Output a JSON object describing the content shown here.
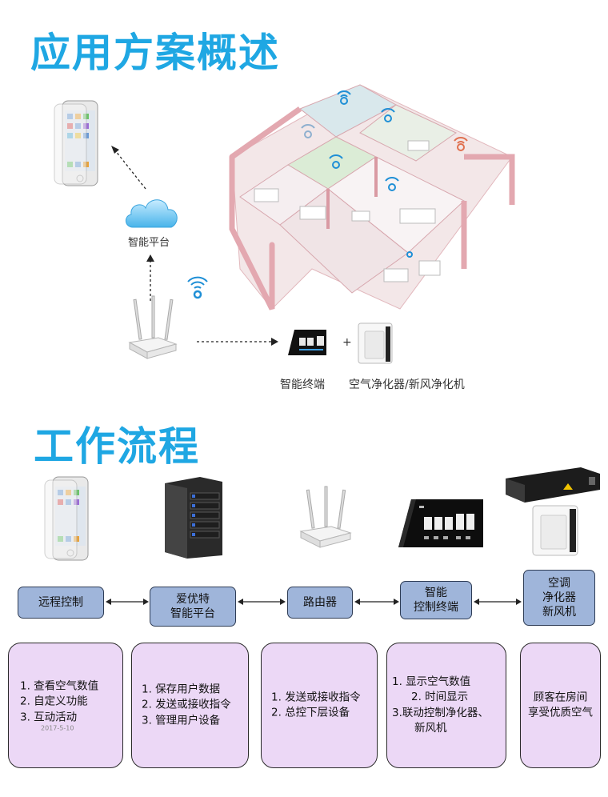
{
  "sections": {
    "overview_title": "应用方案概述",
    "workflow_title": "工作流程"
  },
  "overview": {
    "cloud_label": "智能平台",
    "terminal_label": "智能终端",
    "purifier_label": "空气净化器/新风净化机",
    "plus": "+"
  },
  "workflow": {
    "nodes": [
      {
        "label": "远程控制"
      },
      {
        "label": "爱优特\n智能平台"
      },
      {
        "label": "路由器"
      },
      {
        "label": "智能\n控制终端"
      },
      {
        "label": "空调\n净化器\n新风机"
      }
    ],
    "features": [
      {
        "lines": [
          "1. 查看空气数值",
          "2. 自定义功能",
          "3. 互动活动"
        ],
        "date": "2017-5-10"
      },
      {
        "lines": [
          "1. 保存用户数据",
          "2. 发送或接收指令",
          "3. 管理用户设备"
        ]
      },
      {
        "lines": [
          "1. 发送或接收指令",
          "2. 总控下层设备"
        ]
      },
      {
        "lines": [
          "1.   显示空气数值",
          "2. 时间显示",
          "3.联动控制净化器、",
          "新风机"
        ]
      },
      {
        "lines": [
          "顾客在房间",
          "享受优质空气"
        ]
      }
    ]
  },
  "colors": {
    "title": "#1fa7e3",
    "node_fill": "#9fb5da",
    "feature_fill": "#ecd8f6",
    "wifi": "#1f8fd6"
  }
}
